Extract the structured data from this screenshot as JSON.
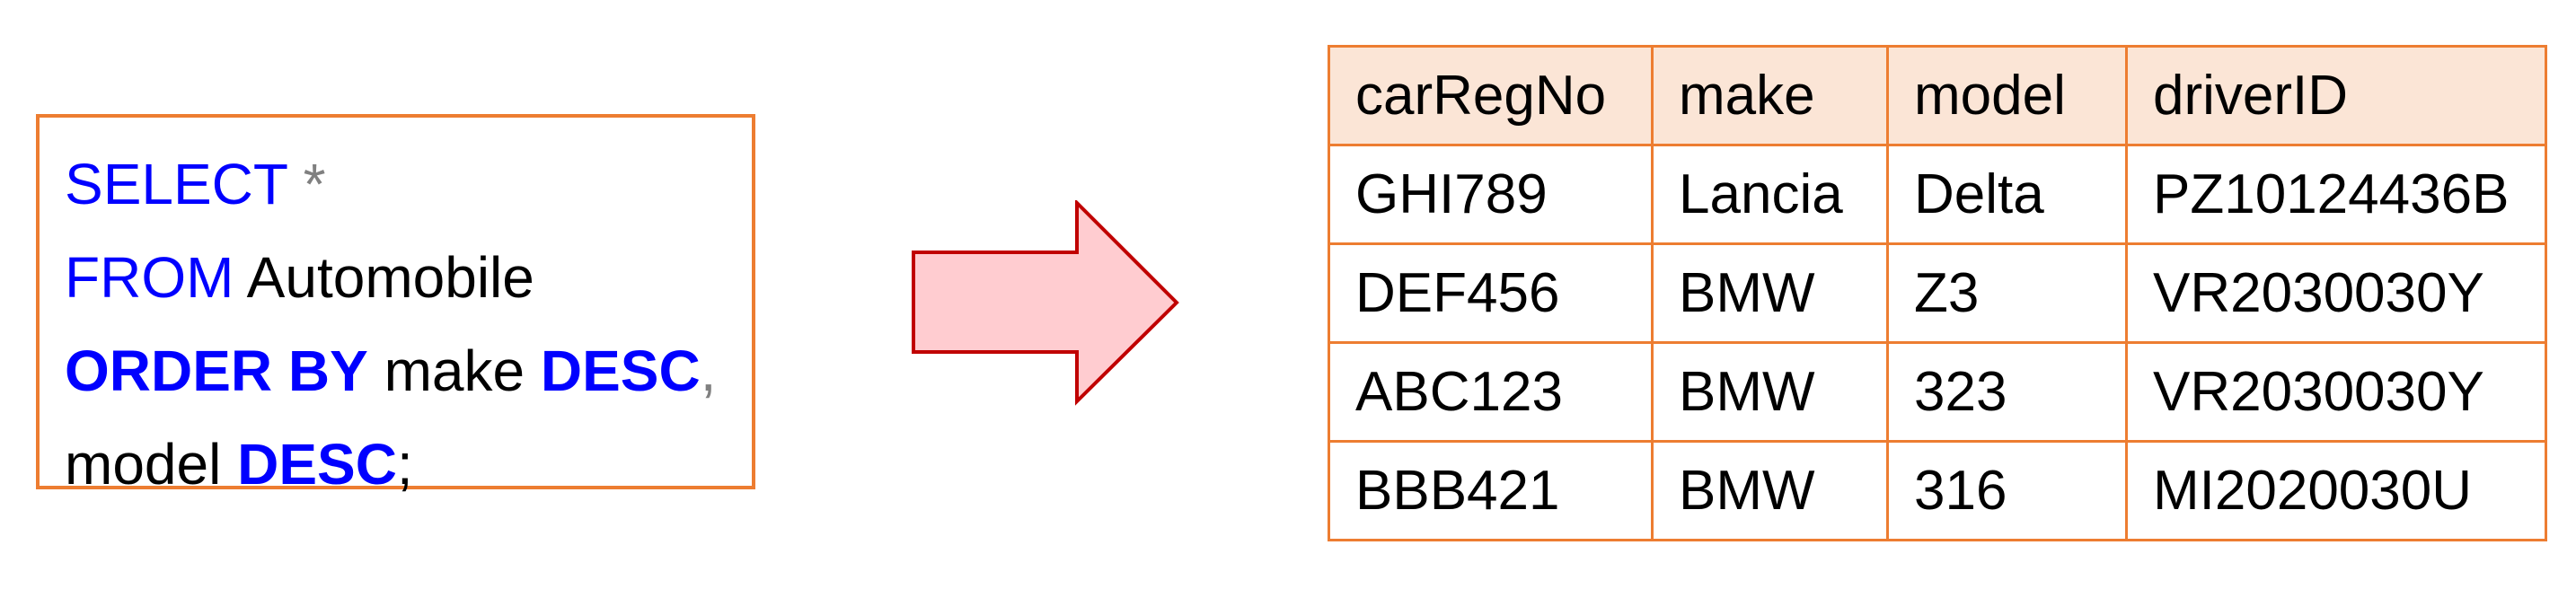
{
  "query": {
    "line1": {
      "keyword": "SELECT",
      "op": "*"
    },
    "line2": {
      "keyword": "FROM",
      "table": "Automobile"
    },
    "line3": {
      "keyword": "ORDER BY",
      "column": "make",
      "direction": "DESC",
      "comma": ","
    },
    "line4": {
      "column": "model",
      "direction": "DESC",
      "terminator": ";"
    }
  },
  "result": {
    "columns": [
      "carRegNo",
      "make",
      "model",
      "driverID"
    ],
    "rows": [
      [
        "GHI789",
        "Lancia",
        "Delta",
        "PZ10124436B"
      ],
      [
        "DEF456",
        "BMW",
        "Z3",
        "VR2030030Y"
      ],
      [
        "ABC123",
        "BMW",
        "323",
        "VR2030030Y"
      ],
      [
        "BBB421",
        "BMW",
        "316",
        "MI2020030U"
      ]
    ]
  },
  "colors": {
    "keyword": "#0000FF",
    "operator": "#808080",
    "border": "#ED7D31",
    "header_fill": "#FBE5D6",
    "arrow_fill": "#FFCCD0",
    "arrow_stroke": "#C00000"
  }
}
